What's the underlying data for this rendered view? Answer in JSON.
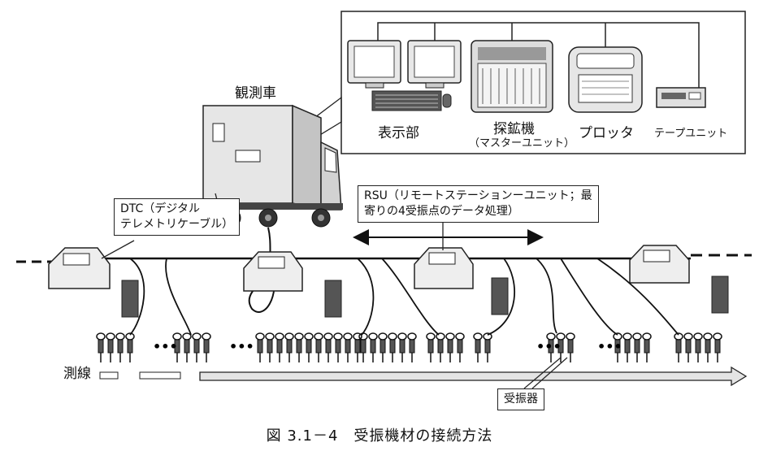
{
  "labels": {
    "vehicle": "観測車",
    "display": "表示部",
    "recorder": "探鉱機",
    "recorder_sub": "（マスターユニット）",
    "plotter": "プロッタ",
    "tape": "テープユニット",
    "dtc_line1": "DTC（デジタル",
    "dtc_line2": "テレメトリケーブル）",
    "rsu_line1": "RSU（リモートステーションーユニット；最",
    "rsu_line2": "寄りの4受振点のデータ処理）",
    "survey_line": "測線",
    "geophone": "受振器"
  },
  "caption": "図 3.1－4　受振機材の接続方法"
}
